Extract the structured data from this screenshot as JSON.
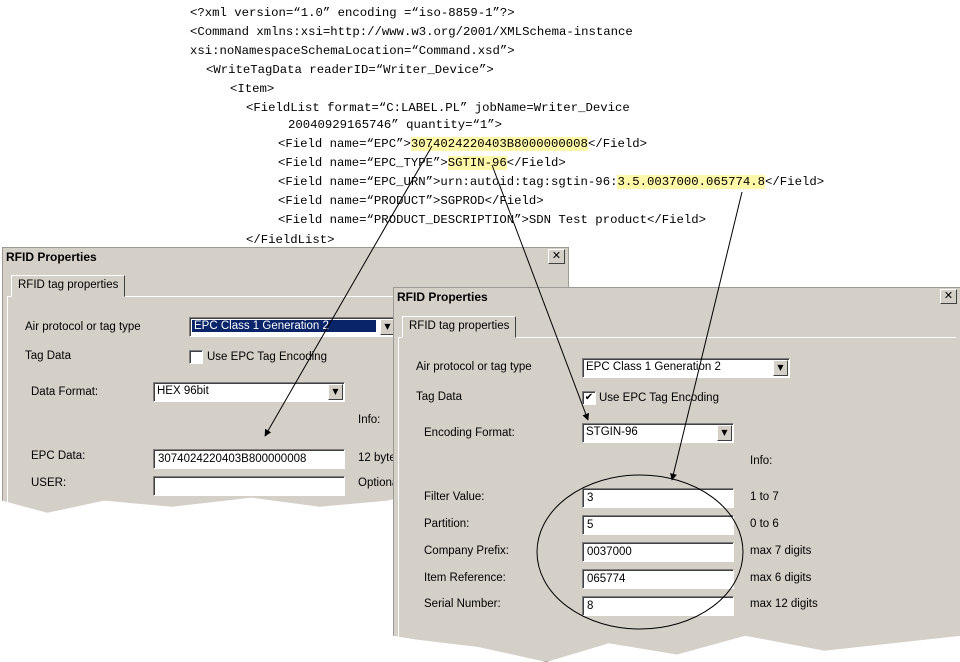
{
  "xml": {
    "line1": "<?xml version=“1.0” encoding =“iso-8859-1”?>",
    "line2": "<Command xmlns:xsi=http://www.w3.org/2001/XMLSchema-instance",
    "line3": "xsi:noNamespaceSchemaLocation=“Command.xsd”>",
    "line4": "<WriteTagData readerID=“Writer_Device”>",
    "line5": "<Item>",
    "line6": "<FieldList format=“C:LABEL.PL” jobName=Writer_Device",
    "line7": "20040929165746” quantity=“1”>",
    "epc_prefix": "<Field name=“EPC”>",
    "epc_value": "3074024220403B8000000008",
    "epc_suffix": "</Field>",
    "type_prefix": "<Field name=“EPC_TYPE”>",
    "type_value": "SGTIN-96",
    "type_suffix": "</Field>",
    "urn_prefix": "<Field name=“EPC_URN”>urn:autoid:tag:sgtin-96:",
    "urn_value": "3.5.0037000.065774.8",
    "urn_suffix": "</Field>",
    "line11": "<Field name=“PRODUCT”>SGPROD</Field>",
    "line12": "<Field name=“PRODUCT_DESCRIPTION”>SDN Test product</Field>",
    "line13": "</FieldList>"
  },
  "dialog1": {
    "title": "RFID Properties",
    "close": "✕",
    "tab": "RFID tag properties",
    "air_label": "Air protocol or tag type",
    "air_value": "EPC Class 1 Generation 2",
    "tagdata_label": "Tag Data",
    "use_epc_label": "Use EPC Tag Encoding",
    "use_epc_checked": false,
    "dataformat_label": "Data Format:",
    "dataformat_value": "HEX 96bit",
    "info_label": "Info:",
    "epcdata_label": "EPC Data:",
    "epcdata_value": "3074024220403B800000008",
    "epcdata_info": "12 byte",
    "user_label": "USER:",
    "user_value": "",
    "user_info": "Optiona"
  },
  "dialog2": {
    "title": "RFID Properties",
    "close": "✕",
    "tab": "RFID tag properties",
    "air_label": "Air protocol or tag type",
    "air_value": "EPC Class 1 Generation 2",
    "tagdata_label": "Tag Data",
    "use_epc_label": "Use EPC Tag Encoding",
    "use_epc_checked": true,
    "check_mark": "✔",
    "encoding_label": "Encoding Format:",
    "encoding_value": "STGIN-96",
    "info_label": "Info:",
    "rows": [
      {
        "label": "Filter Value:",
        "value": "3",
        "info": "1 to 7"
      },
      {
        "label": "Partition:",
        "value": "5",
        "info": "0 to 6"
      },
      {
        "label": "Company Prefix:",
        "value": "0037000",
        "info": "max 7 digits"
      },
      {
        "label": "Item Reference:",
        "value": "065774",
        "info": "max 6 digits"
      },
      {
        "label": "Serial Number:",
        "value": "8",
        "info": "max 12 digits"
      }
    ]
  },
  "arrow_symbol": "▼",
  "colors": {
    "dialog_bg": "#d4d0c8",
    "highlight": "#fff8a8",
    "selection": "#0a246a"
  }
}
